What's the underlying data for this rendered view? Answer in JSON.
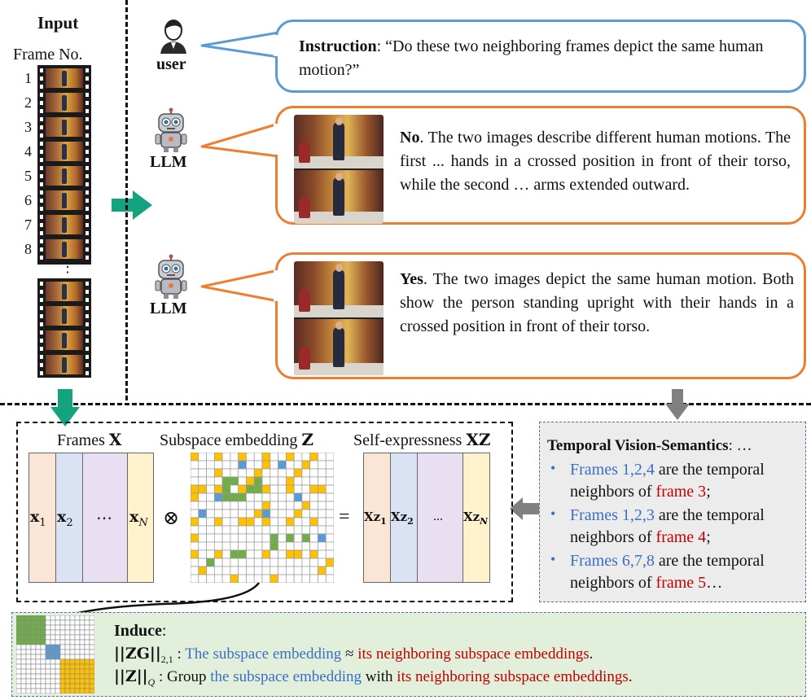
{
  "input": {
    "title": "Input",
    "subtitle": "Frame No.",
    "frame_numbers": [
      "1",
      "2",
      "3",
      "4",
      "5",
      "6",
      "7",
      "8"
    ],
    "ellipsis": "⋮"
  },
  "user": {
    "label": "user",
    "icon": "user-icon"
  },
  "llm1": {
    "label": "LLM",
    "icon": "robot-icon"
  },
  "llm2": {
    "label": "LLM",
    "icon": "robot-icon"
  },
  "instruction": {
    "prefix": "Instruction",
    "text": ": “Do these two neighboring frames depict the same human motion?”"
  },
  "answer_no": {
    "head": "No",
    "text": ". The two images describe different human motions. The first ... hands in a crossed position in front of their torso, while the second … arms extended outward."
  },
  "answer_yes": {
    "head": "Yes",
    "text": ". The two images depict the same human motion. Both show the person standing upright with their hands in a crossed position in front of their torso."
  },
  "frames_panel": {
    "frames_label": "Frames",
    "frames_sym": "X",
    "subspace_label": "Subspace embedding",
    "subspace_sym": "Z",
    "self_label": "Self-expressness",
    "self_sym": "XZ",
    "x_cols": [
      "x",
      "x",
      "⋯",
      "x"
    ],
    "x_subs": [
      "1",
      "2",
      "",
      "N"
    ],
    "otimes": "⊗",
    "equals": "=",
    "xz_cols": [
      "Xz",
      "Xz",
      "...",
      "Xz"
    ],
    "xz_subs": [
      "1",
      "2",
      "",
      "N"
    ]
  },
  "temporal": {
    "title": "Temporal Vision-Semantics",
    "title_suffix": ": …",
    "items": [
      {
        "frames": "Frames 1,2,4",
        "mid": " are the temporal",
        "line2a": "neighbors of ",
        "target": "frame 3",
        "end": ";"
      },
      {
        "frames": "Frames 1,2,3",
        "mid": " are the temporal",
        "line2a": "neighbors of ",
        "target": "frame 4",
        "end": ";"
      },
      {
        "frames": "Frames 6,7,8",
        "mid": " are the temporal",
        "line2a": "neighbors of ",
        "target": "frame 5",
        "end": "…"
      }
    ]
  },
  "induce": {
    "title": "Induce",
    "colon": ":",
    "line1_norm": "||ZG||",
    "line1_sub": "2,1",
    "line1_sep": " : ",
    "line1_blue": "The subspace embedding",
    "line1_approx": " ≈ ",
    "line1_red": "its neighboring subspace embeddings",
    "line1_end": ".",
    "line2_norm": "||Z||",
    "line2_sub": "Q",
    "line2_sep": " : Group ",
    "line2_blue": "the subspace embedding",
    "line2_mid": " with ",
    "line2_red": "its neighboring subspace embeddings",
    "line2_end": "."
  },
  "colors": {
    "blue_bubble": "#5b9bd5",
    "orange_bubble": "#ed7d31",
    "teal_arrow": "#13a37f",
    "gray_arrow": "#808080",
    "green_cell": "#70ad47",
    "blue_cell": "#5b9bd5",
    "yellow_cell": "#ffc000",
    "col_orange": "#fbe5d6",
    "col_blue": "#dae3f3",
    "col_purple": "#e8dff2",
    "col_yellow": "#fff2cc",
    "temporal_bg": "#ececec",
    "induce_bg": "#e2efda"
  }
}
